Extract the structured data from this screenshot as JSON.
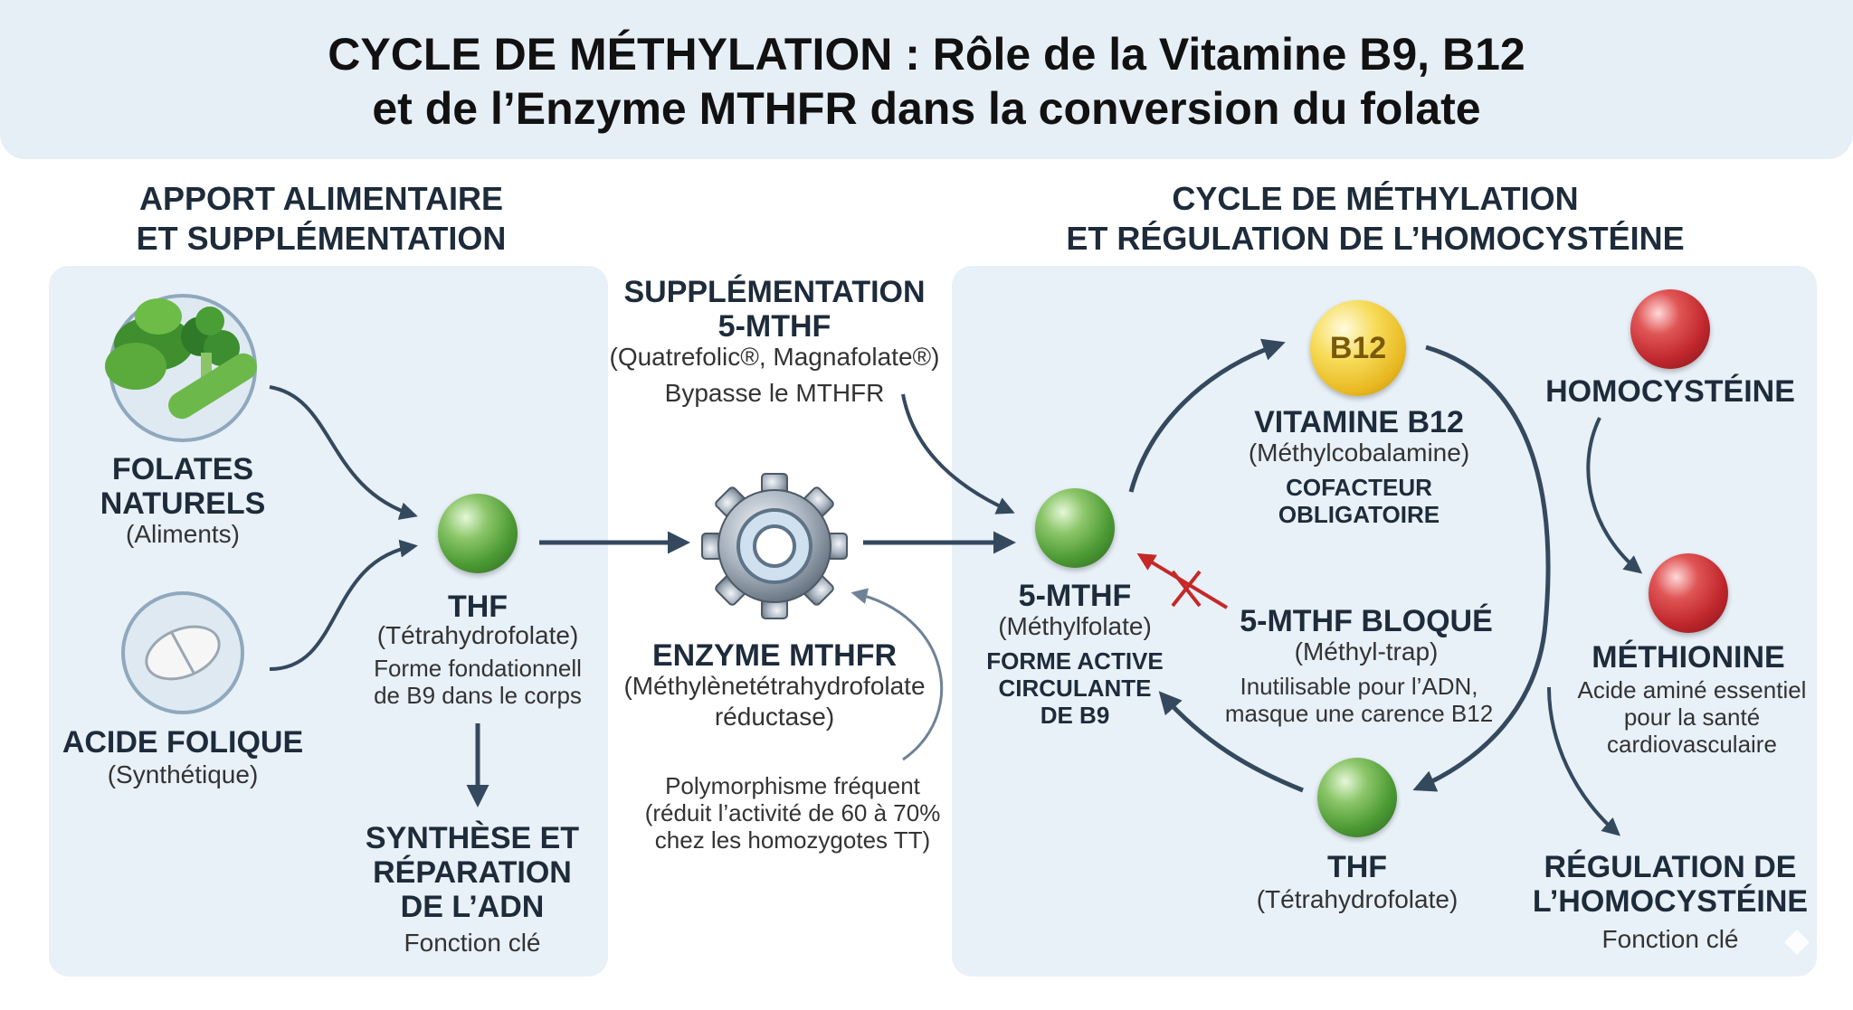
{
  "header": {
    "title_line1": "CYCLE DE MÉTHYLATION : Rôle de la Vitamine B9, B12",
    "title_line2": "et de l’Enzyme MTHFR dans la conversion du folate"
  },
  "left_section": {
    "title_line1": "APPORT ALIMENTAIRE",
    "title_line2": "ET SUPPLÉMENTATION"
  },
  "right_section": {
    "title_line1": "CYCLE DE MÉTHYLATION",
    "title_line2": "ET RÉGULATION DE L’HOMOCYSTÉINE"
  },
  "folates": {
    "name_line1": "FOLATES",
    "name_line2": "NATURELS",
    "sub": "(Aliments)"
  },
  "acide": {
    "name": "ACIDE FOLIQUE",
    "sub": "(Synthétique)"
  },
  "thf_left": {
    "name": "THF",
    "sub": "(Tétrahydrofolate)",
    "desc_line1": "Forme fondationnell",
    "desc_line2": "de B9 dans le corps"
  },
  "synthese": {
    "line1": "SYNTHÈSE ET",
    "line2": "RÉPARATION",
    "line3": "DE L’ADN",
    "sub": "Fonction clé"
  },
  "supplementation": {
    "line1": "SUPPLÉMENTATION",
    "line2": "5-MTHF",
    "brands": "(Quatrefolic®, Magnafolate®)",
    "note": "Bypasse le MTHFR"
  },
  "enzyme": {
    "name": "ENZYME MTHFR",
    "sub_line1": "(Méthylènetétrahydrofolate",
    "sub_line2": "réductase)"
  },
  "polymorphisme": {
    "line1": "Polymorphisme fréquent",
    "line2": "(réduit l’activité de 60 à 70%",
    "line3": "chez les homozygotes TT)"
  },
  "mthf": {
    "name": "5-MTHF",
    "sub": "(Méthylfolate)",
    "desc_line1": "FORME ACTIVE",
    "desc_line2": "CIRCULANTE",
    "desc_line3": "DE B9"
  },
  "b12": {
    "badge": "B12",
    "name": "VITAMINE B12",
    "sub": "(Méthylcobalamine)",
    "desc_line1": "COFACTEUR",
    "desc_line2": "OBLIGATOIRE"
  },
  "bloque": {
    "name": "5-MTHF BLOQUÉ",
    "sub": "(Méthyl-trap)",
    "desc_line1": "Inutilisable pour l’ADN,",
    "desc_line2": "masque une carence B12"
  },
  "homocysteine": {
    "name": "HOMOCYSTÉINE"
  },
  "methionine": {
    "name": "MÉTHIONINE",
    "desc_line1": "Acide aminé essentiel",
    "desc_line2": "pour la santé",
    "desc_line3": "cardiovasculaire"
  },
  "thf_right": {
    "name": "THF",
    "sub": "(Tétrahydrofolate)"
  },
  "regulation": {
    "line1": "RÉGULATION DE",
    "line2": "L’HOMOCYSTÉINE",
    "sub": "Fonction clé"
  },
  "colors": {
    "arrow": "#34495e",
    "blocked": "#c62828",
    "panel": "#e8f0f8",
    "banner": "#e6eef6"
  }
}
